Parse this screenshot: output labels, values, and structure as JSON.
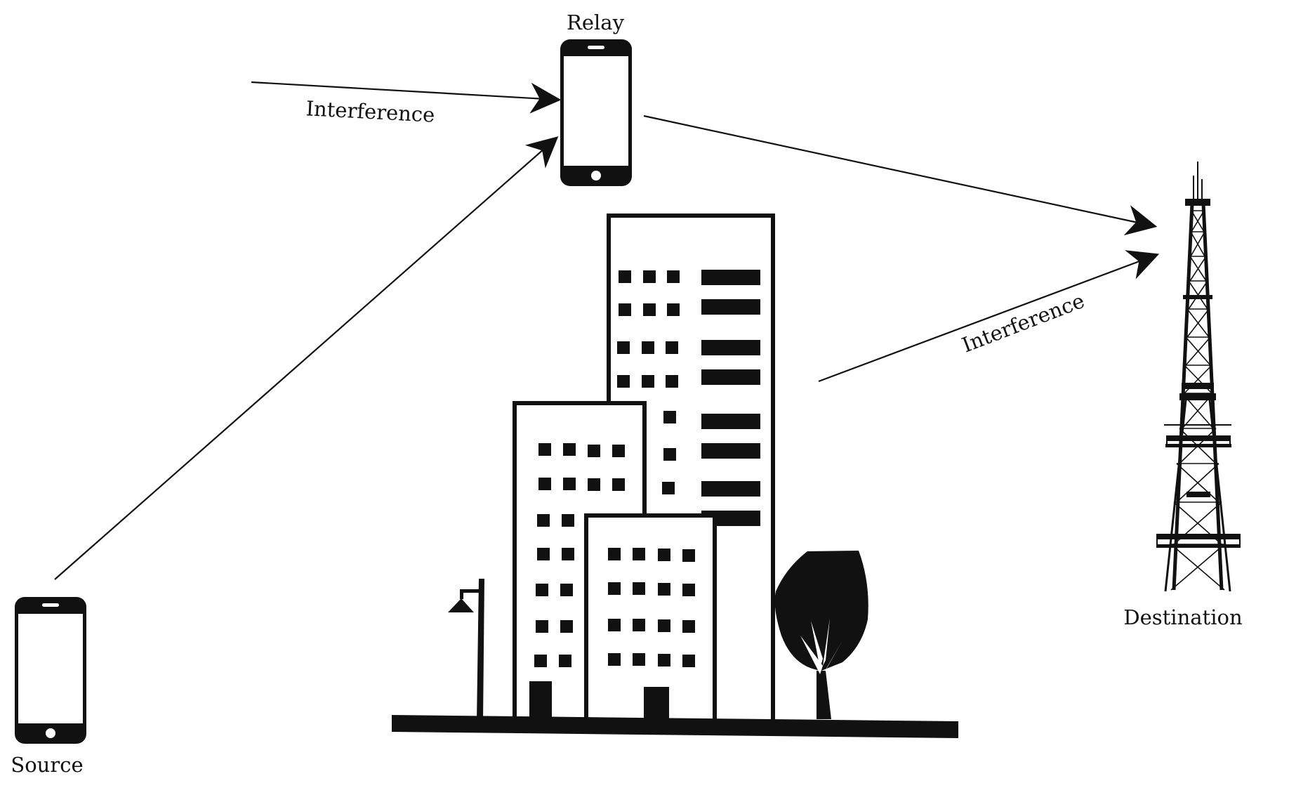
{
  "nodes": {
    "relay": {
      "label": "Relay"
    },
    "source": {
      "label": "Source"
    },
    "destination": {
      "label": "Destination"
    }
  },
  "edges": {
    "interference_relay": {
      "label": "Interference"
    },
    "interference_destination": {
      "label": "Interference"
    }
  },
  "colors": {
    "ink": "#111111",
    "background": "#ffffff"
  }
}
